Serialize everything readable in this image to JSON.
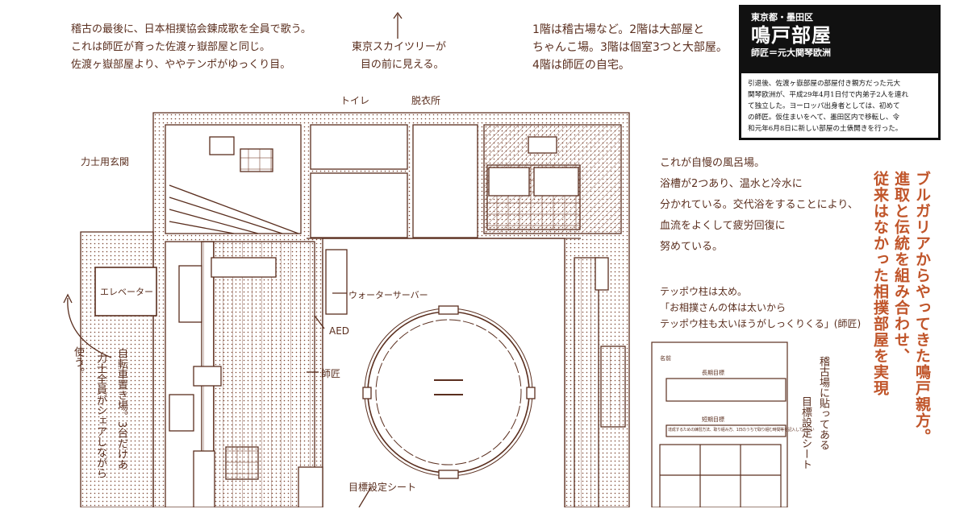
{
  "notes": {
    "top_left": [
      "稽古の最後に、日本相撲協会錬成歌を全員で歌う。",
      "これは師匠が育った佐渡ヶ嶽部屋と同じ。",
      "佐渡ヶ嶽部屋より、ややテンポがゆっくり目。"
    ],
    "skytree": [
      "東京スカイツリーが",
      "目の前に見える。"
    ],
    "floors": [
      "1階は稽古場など。2階は大部屋と",
      "ちゃんこ場。3階は個室3つと大部屋。",
      "4階は師匠の自宅。"
    ],
    "bath": [
      "これが自慢の風呂場。",
      "浴槽が2つあり、温水と冷水に",
      "分かれている。交代浴をすることにより、",
      "血流をよくして疲労回復に",
      "努めている。"
    ],
    "teppo": [
      "テッポウ柱は太め。",
      "「お相撲さんの体は太いから",
      "テッポウ柱も太いほうがしっくりくる」(師匠)"
    ],
    "bicycle": "自転車置き場。3台だけあ",
    "share": "力士全員がシェアしながら",
    "use": "使う。",
    "goal_sheet_note": [
      "稽古場に貼ってある",
      "目標設定シート"
    ]
  },
  "labels": {
    "toilet": "トイレ",
    "dressing": "脱衣所",
    "rikishi_entrance": "力士用玄関",
    "elevator": "エレベーター",
    "water_server": "ウォーターサーバー",
    "aed": "AED",
    "master": "師匠",
    "goal_sheet": "目標設定シート"
  },
  "sheet": {
    "name": "名前",
    "long_term": "長期目標",
    "short_term": "短期目標",
    "line": "達成するための練習方法、取り組み方、1日のうちで取り組む時間等を記入して下さい"
  },
  "infobox": {
    "location": "東京都・墨田区",
    "stable_name": "鳴戸部屋",
    "master": "師匠＝元大関琴欧洲",
    "body": [
      "引退後、佐渡ヶ嶽部屋の部屋付き親方だった元大",
      "関琴欧洲が、平成29年4月1日付で内弟子2人を連れ",
      "て独立した。ヨーロッパ出身者としては、初めて",
      "の師匠。仮住まいをへて、墨田区内で移転し、令",
      "和元年6月8日に新しい部屋の土俵開きを行った。"
    ]
  },
  "headline": [
    "ブルガリアからやってきた鳴戸親方。",
    "進取と伝統を組み合わせ、",
    "従来はなかった相撲部屋を実現"
  ],
  "colors": {
    "ink": "#5a2e1e",
    "headline": "#c0552a",
    "box": "#111111"
  }
}
